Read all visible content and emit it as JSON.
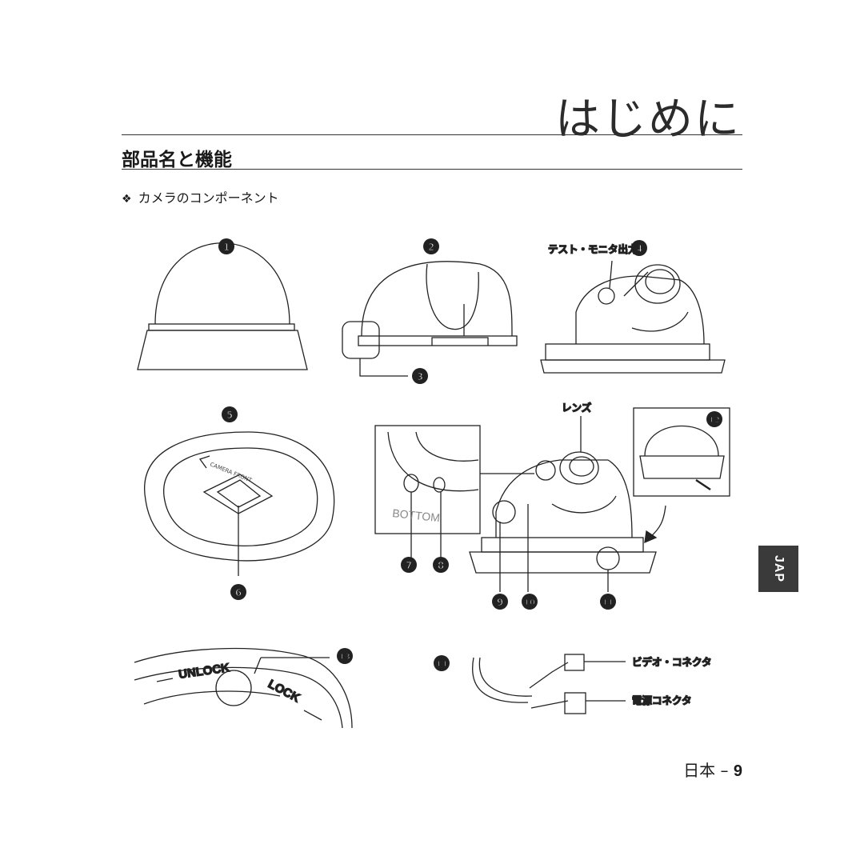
{
  "header": {
    "chapter_title": "はじめに"
  },
  "section": {
    "title": "部品名と機能",
    "subtitle": "カメラのコンポーネント",
    "bullet": "❖"
  },
  "labels": {
    "test_monitor_out": "テスト・モニタ出力",
    "lens": "レンズ",
    "video_connector": "ビデオ・コネクタ",
    "power_connector": "電源コネクタ",
    "unlock": "UNLOCK",
    "lock": "LOCK",
    "bottom": "BOTTOM",
    "camera_front": "CAMERA\nFRONT"
  },
  "callouts": [
    "1",
    "2",
    "3",
    "4",
    "5",
    "6",
    "7",
    "8",
    "9",
    "10",
    "11",
    "12",
    "13",
    "14"
  ],
  "side_tab": "JAP",
  "footer": {
    "language": "日本",
    "separator": "–",
    "page_number": "9"
  }
}
